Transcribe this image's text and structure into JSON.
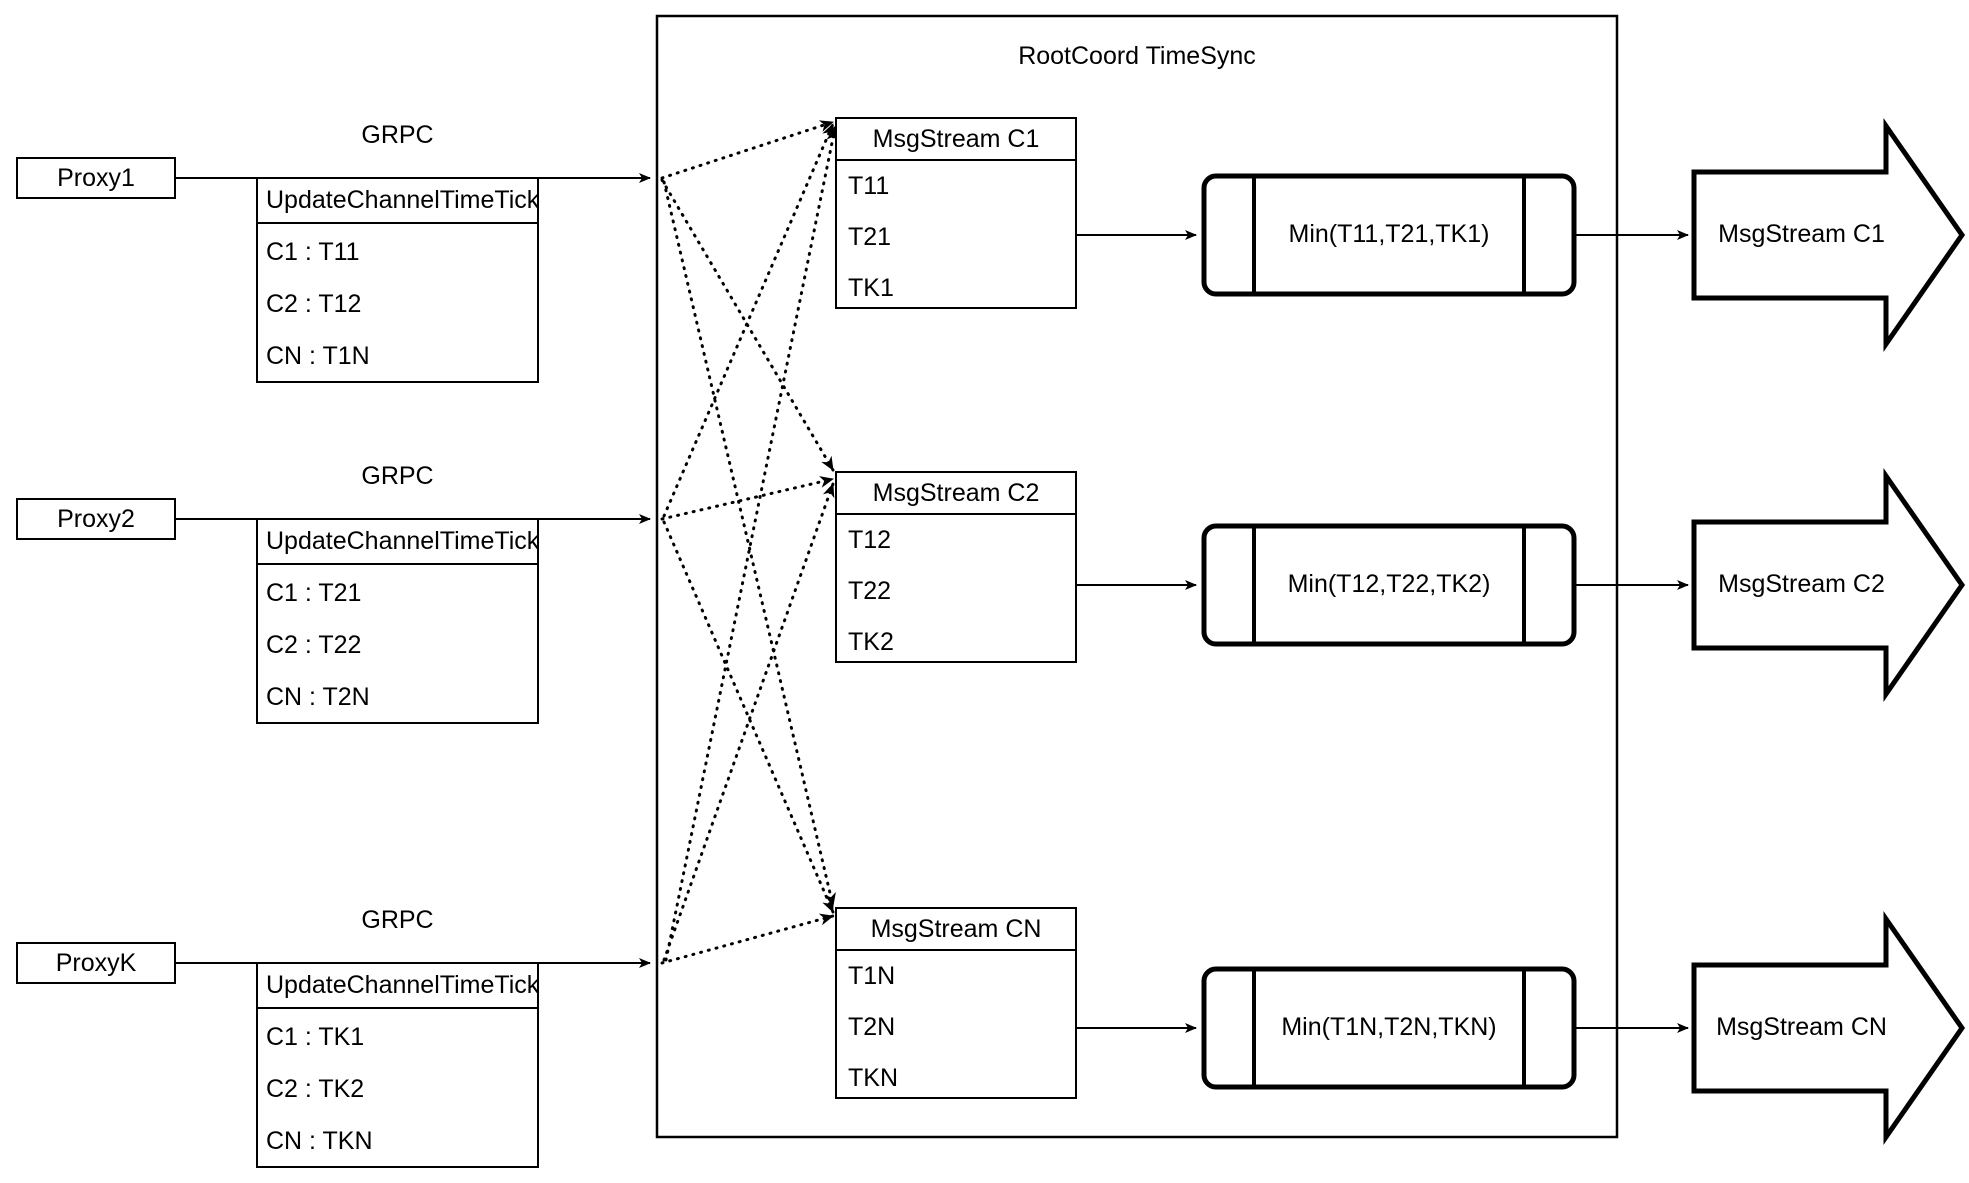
{
  "diagram": {
    "title": "RootCoord TimeSync",
    "container_label": "RootCoord TimeSync"
  },
  "proxies": [
    {
      "name": "Proxy1",
      "link_label": "GRPC",
      "rpc_title": "UpdateChannelTimeTick",
      "rows": [
        "C1 :  T11",
        "C2 :  T12",
        "CN : T1N"
      ]
    },
    {
      "name": "Proxy2",
      "link_label": "GRPC",
      "rpc_title": "UpdateChannelTimeTick",
      "rows": [
        "C1 :  T21",
        "C2 :  T22",
        "CN : T2N"
      ]
    },
    {
      "name": "ProxyK",
      "link_label": "GRPC",
      "rpc_title": "UpdateChannelTimeTick",
      "rows": [
        "C1 :  TK1",
        "C2 :  TK2",
        "CN : TKN"
      ]
    }
  ],
  "msgstreams": [
    {
      "title": "MsgStream C1",
      "rows": [
        "T11",
        "T21",
        "TK1"
      ],
      "min_label": "Min(T11,T21,TK1)",
      "output_label": "MsgStream C1"
    },
    {
      "title": "MsgStream C2",
      "rows": [
        "T12",
        "T22",
        "TK2"
      ],
      "min_label": "Min(T12,T22,TK2)",
      "output_label": "MsgStream C2"
    },
    {
      "title": "MsgStream CN",
      "rows": [
        "T1N",
        "T2N",
        "TKN"
      ],
      "min_label": "Min(T1N,T2N,TKN)",
      "output_label": "MsgStream CN"
    }
  ],
  "colors": {
    "stroke": "#000000",
    "background": "#ffffff",
    "text": "#000000"
  }
}
